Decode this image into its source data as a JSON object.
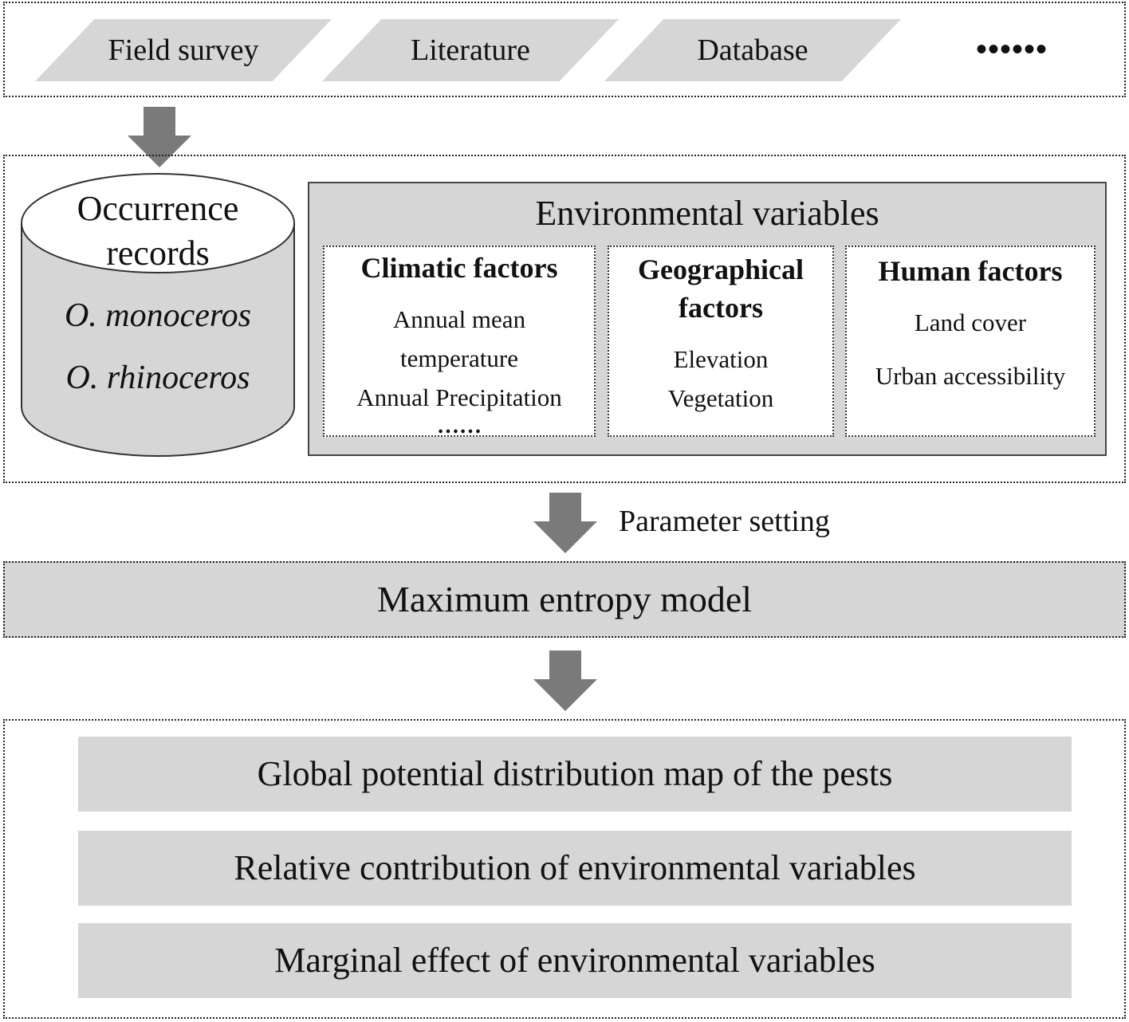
{
  "sources": {
    "items": [
      "Field survey",
      "Literature",
      "Database"
    ],
    "ellipsis": "••••••"
  },
  "occurrence": {
    "title_line1": "Occurrence",
    "title_line2": "records",
    "species": [
      "O. monoceros",
      "O. rhinoceros"
    ]
  },
  "environment": {
    "title": "Environmental variables",
    "climatic": {
      "title": "Climatic factors",
      "items": [
        "Annual mean",
        "temperature",
        "Annual Precipitation"
      ],
      "ellipsis": "……"
    },
    "geographical": {
      "title_line1": "Geographical",
      "title_line2": "factors",
      "items": [
        "Elevation",
        "Vegetation"
      ]
    },
    "human": {
      "title": "Human factors",
      "items": [
        "Land cover",
        "Urban accessibility"
      ]
    }
  },
  "parameter_setting": "Parameter setting",
  "model": "Maximum entropy model",
  "results": [
    "Global potential distribution map of the pests",
    "Relative contribution of environmental variables",
    "Marginal effect of environmental variables"
  ],
  "colors": {
    "fill": "#d6d6d6",
    "arrow": "#7a7a7a",
    "border": "#222222"
  }
}
